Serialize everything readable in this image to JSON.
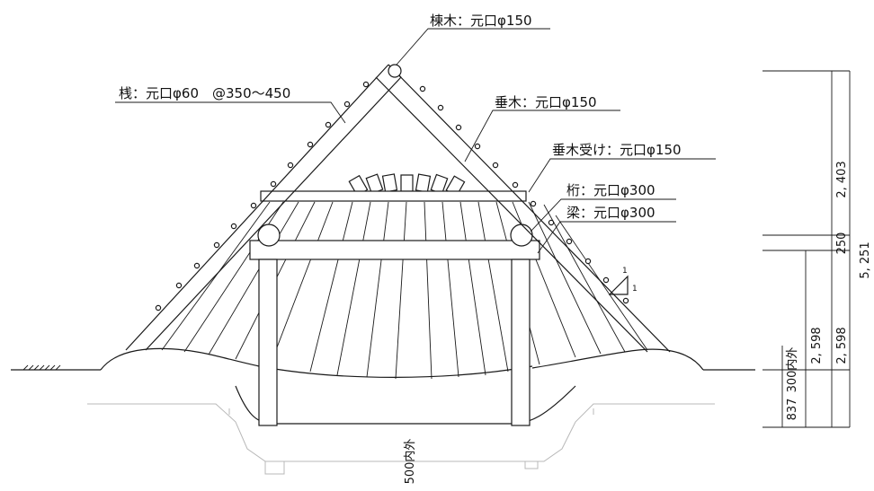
{
  "labels": {
    "ridge": "棟木：元口φ150",
    "purlin": "桟：元口φ60　@350～450",
    "rafter": "垂木：元口φ150",
    "rafter_support": "垂木受け：元口φ150",
    "girder": "桁：元口φ300",
    "beam": "梁：元口φ300"
  },
  "dimensions": {
    "upper_height": "2, 403",
    "mid_height": "250",
    "total_height": "5, 251",
    "lower_height_inner": "2, 598",
    "lower_height_outer": "2, 598",
    "depth_837": "837",
    "depth_300": "300内外",
    "width_500": "500内外"
  },
  "slope": {
    "rise": "1",
    "run": "1"
  }
}
